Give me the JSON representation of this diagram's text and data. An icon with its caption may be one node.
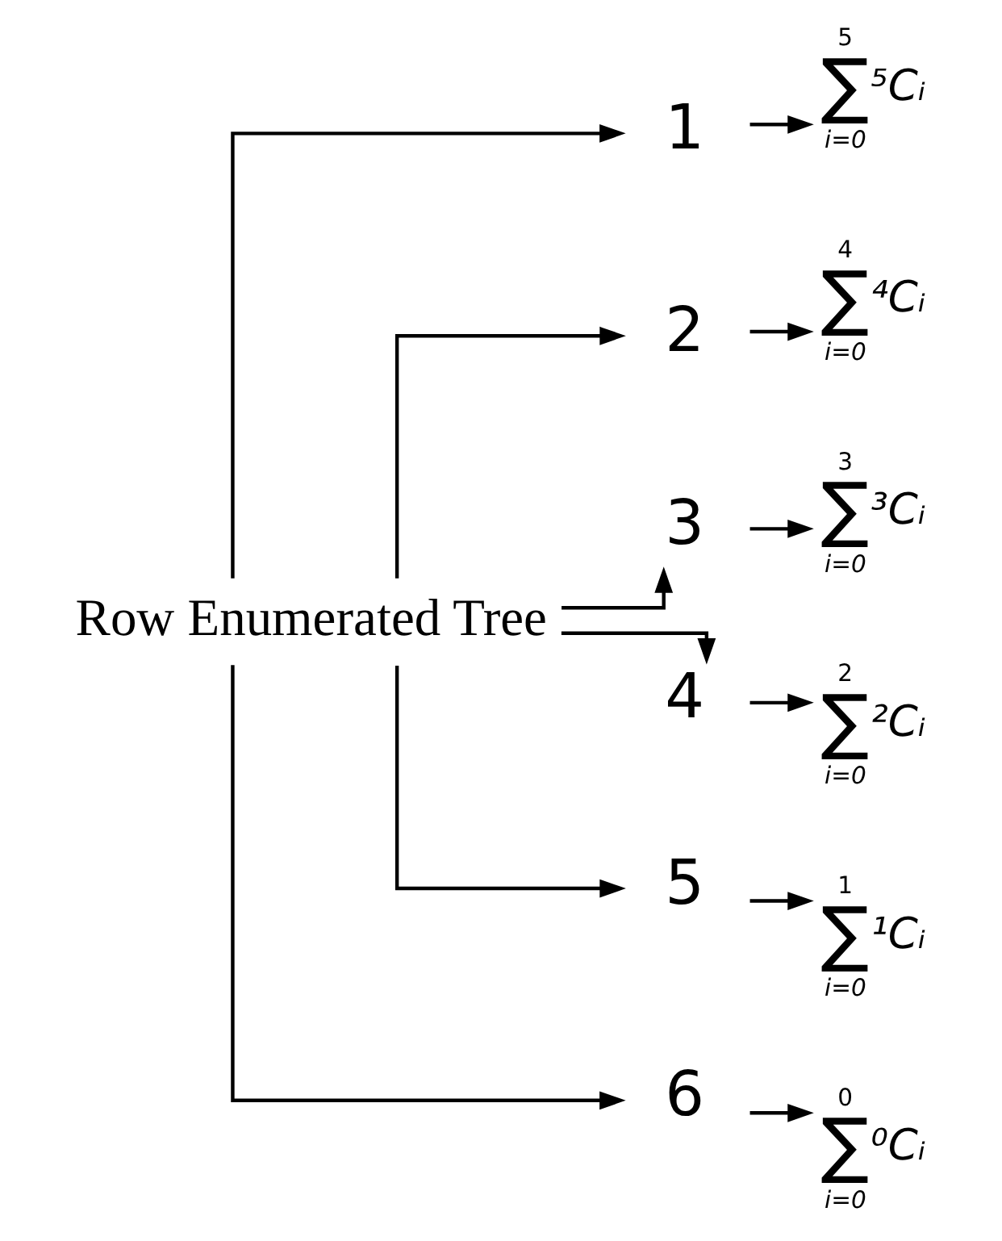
{
  "diagram": {
    "nodes": [
      {
        "text": [
          "Row Enumerated Tree"
        ]
      },
      {
        "text": [
          "1"
        ]
      },
      {
        "text": [
          "5",
          "∑",
          "i=0",
          "⁵Cᵢ"
        ]
      },
      {
        "text": [
          "2"
        ]
      },
      {
        "text": [
          "4",
          "∑",
          "i=0",
          "⁴Cᵢ"
        ]
      },
      {
        "text": [
          "3"
        ]
      },
      {
        "text": [
          "3",
          "∑",
          "i=0",
          "³Cᵢ"
        ]
      },
      {
        "text": [
          "4"
        ]
      },
      {
        "text": [
          "2",
          "∑",
          "i=0",
          "²Cᵢ"
        ]
      },
      {
        "text": [
          "5"
        ]
      },
      {
        "text": [
          "1",
          "∑",
          "i=0",
          "¹Cᵢ"
        ]
      },
      {
        "text": [
          "6"
        ]
      },
      {
        "text": [
          "0",
          "∑",
          "i=0",
          "⁰Cᵢ"
        ]
      }
    ],
    "edges": [
      {
        "from": 0,
        "to": 1,
        "arrow": "to"
      },
      {
        "from": 0,
        "to": 3,
        "arrow": "to"
      },
      {
        "from": 0,
        "to": 5,
        "arrow": "to"
      },
      {
        "from": 0,
        "to": 7,
        "arrow": "to"
      },
      {
        "from": 0,
        "to": 9,
        "arrow": "to"
      },
      {
        "from": 0,
        "to": 11,
        "arrow": "to"
      },
      {
        "from": 1,
        "to": 2,
        "arrow": "to"
      },
      {
        "from": 3,
        "to": 4,
        "arrow": "to"
      },
      {
        "from": 5,
        "to": 6,
        "arrow": "to"
      },
      {
        "from": 7,
        "to": 8,
        "arrow": "to"
      },
      {
        "from": 9,
        "to": 10,
        "arrow": "to"
      },
      {
        "from": 11,
        "to": 12,
        "arrow": "to"
      }
    ]
  }
}
